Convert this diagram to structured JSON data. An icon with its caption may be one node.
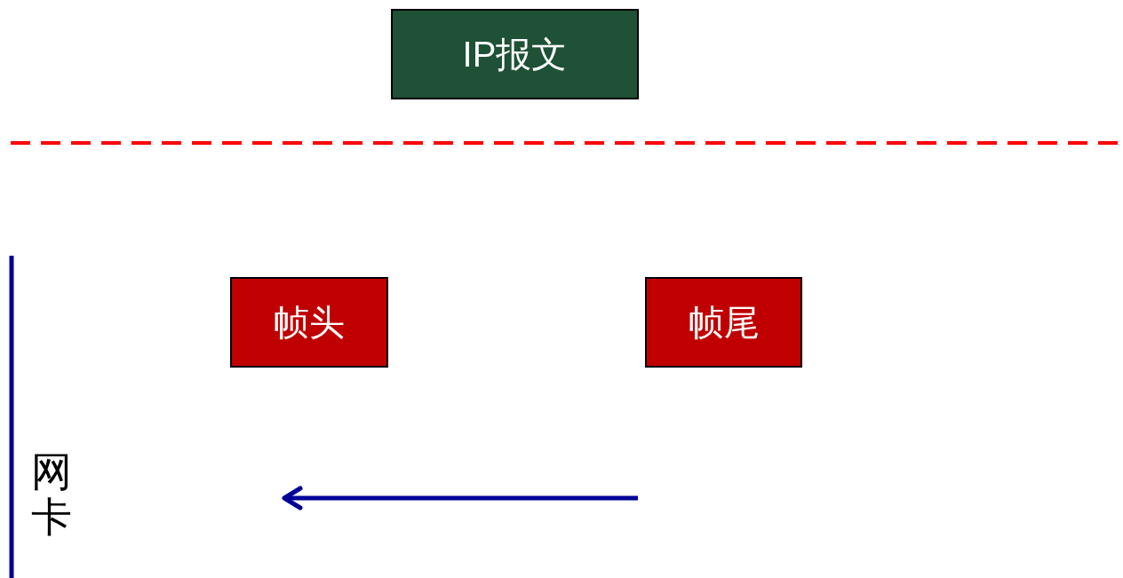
{
  "diagram": {
    "nodes": [
      {
        "text": [
          "IP报文"
        ]
      },
      {
        "text": [
          "帧头"
        ]
      },
      {
        "text": [
          "帧尾"
        ]
      }
    ],
    "labels": [
      "网卡"
    ]
  }
}
